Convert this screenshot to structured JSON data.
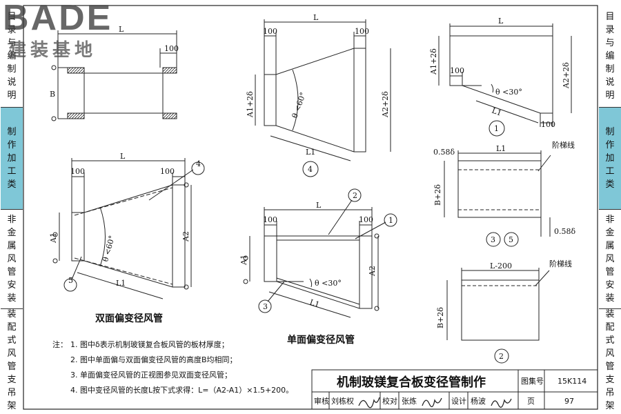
{
  "logo": {
    "brand": "BADE",
    "sub": "建装基地"
  },
  "sidebar_left": [
    {
      "chars": [
        "目",
        "录",
        "与",
        "编",
        "制",
        "说",
        "明"
      ]
    },
    {
      "chars": [
        "制",
        "作",
        "加",
        "工",
        "类"
      ],
      "active": true
    },
    {
      "chars": [
        "非",
        "金",
        "属",
        "风",
        "管",
        "安",
        "装"
      ]
    },
    {
      "chars": [
        "装",
        "配",
        "式",
        "风",
        "管",
        "支",
        "吊",
        "架"
      ]
    }
  ],
  "sidebar_right": [
    {
      "chars": [
        "目",
        "录",
        "与",
        "编",
        "制",
        "说",
        "明"
      ]
    },
    {
      "chars": [
        "制",
        "作",
        "加",
        "工",
        "类"
      ],
      "active": true
    },
    {
      "chars": [
        "非",
        "金",
        "属",
        "风",
        "管",
        "安",
        "装"
      ]
    },
    {
      "chars": [
        "装",
        "配",
        "式",
        "风",
        "管",
        "支",
        "吊",
        "架"
      ]
    }
  ],
  "accent_color": "#7fc7d7",
  "drawing": {
    "topleft": {
      "L": "L",
      "d100": "100",
      "B": "B"
    },
    "fig4": {
      "L": "L",
      "d100a": "100",
      "d100b": "100",
      "A1": "A1+2δ",
      "A2": "A2+2δ",
      "theta": "θ <60°",
      "L1": "L1",
      "num": "4"
    },
    "fig1": {
      "L": "L",
      "A1": "A1+2δ",
      "A2": "A2+2δ",
      "d100a": "100",
      "d100b": "100",
      "theta": "θ <30°",
      "L1": "L1",
      "num": "1"
    },
    "fig35": {
      "thk_top": "0.58δ",
      "L1": "L1",
      "stair": "阶梯线",
      "B": "B+2δ",
      "thk_bot": "0.58δ",
      "num3": "3",
      "num5": "5"
    },
    "double": {
      "L": "L",
      "d100a": "100",
      "d100b": "100",
      "A1": "A1",
      "A2": "A2",
      "theta": "θ <60°",
      "L1": "L1",
      "tag4": "4",
      "tag5": "5",
      "caption": "双面偏变径风管"
    },
    "single": {
      "L": "L",
      "d100a": "100",
      "d100b": "100",
      "A1": "A1",
      "A2": "A2",
      "theta": "θ <30°",
      "L1": "L1",
      "tag1": "1",
      "tag2": "2",
      "tag3": "3",
      "caption": "单面偏变径风管"
    },
    "fig2": {
      "L": "L-200",
      "stair": "阶梯线",
      "B": "B+2δ",
      "num": "2"
    }
  },
  "notes": {
    "label": "注：",
    "items": [
      "1.  图中δ表示机制玻镁复合板风管的板材厚度；",
      "2.  图中单面偏与双面偏变径风管的高度B均相同；",
      "3.  单面偏变径风管的正视图参见双面变径风管；",
      "4.  图中变径风管的长度L按下式求得：L=（A2-A1）×1.5+200。"
    ]
  },
  "titleblock": {
    "title": "机制玻镁复合板变径管制作",
    "atlas_label": "图集号",
    "atlas_no": "15K114",
    "review_label": "审核",
    "reviewer": "刘栋权",
    "check_label": "校对",
    "checker": "张炼",
    "design_label": "设计",
    "designer": "杨波",
    "page_label": "页",
    "page_no": "97"
  }
}
